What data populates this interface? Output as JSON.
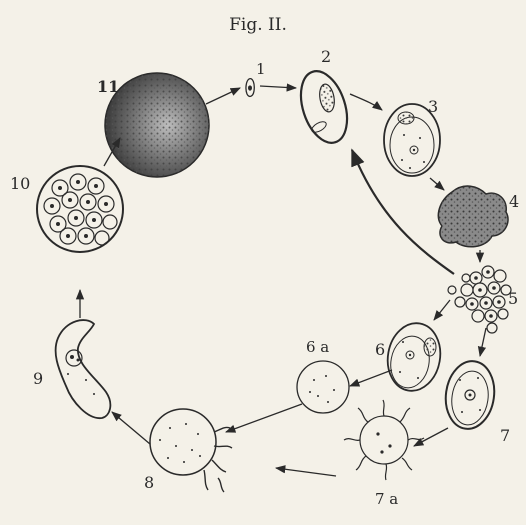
{
  "title": "Fig. II.",
  "labels": {
    "s1": "1",
    "s2": "2",
    "s3": "3",
    "s4": "4",
    "s5": "5",
    "s6": "6",
    "s6a": "6 a",
    "s7": "7",
    "s7a": "7 a",
    "s8": "8",
    "s9": "9",
    "s10": "10",
    "s11": "11"
  },
  "colors": {
    "ink": "#2a2a2a",
    "paper": "#f4f1e8",
    "dark_fill": "#4a4a4a"
  }
}
